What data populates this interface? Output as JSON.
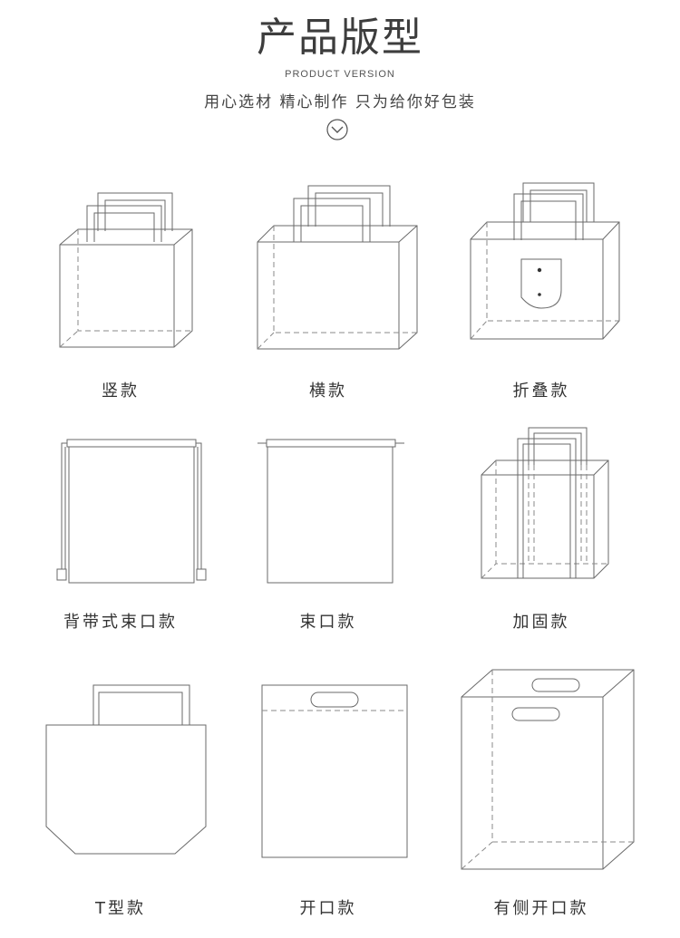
{
  "header": {
    "title": "产品版型",
    "subtitle_en": "PRODUCT VERSION",
    "tagline": "用心选材  精心制作  只为给你好包装",
    "chevron_icon": "chevron-down-circle-icon"
  },
  "products": [
    {
      "label": "竖款"
    },
    {
      "label": "横款"
    },
    {
      "label": "折叠款"
    },
    {
      "label": "背带式束口款"
    },
    {
      "label": "束口款"
    },
    {
      "label": "加固款"
    },
    {
      "label": "T型款"
    },
    {
      "label": "开口款"
    },
    {
      "label": "有侧开口款"
    }
  ]
}
